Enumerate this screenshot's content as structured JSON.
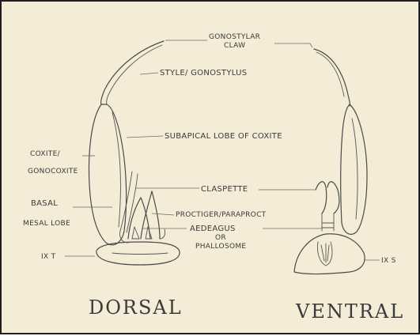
{
  "labels": {
    "gonostylar_claw_1": "GONOSTYLAR",
    "gonostylar_claw_2": "CLAW",
    "style_gonostylus": "STYLE/ GONOSTYLUS",
    "subapical_lobe": "SUBAPICAL LOBE OF COXITE",
    "coxite_1": "COXITE/",
    "coxite_2": "GONOCOXITE",
    "basal": "BASAL",
    "mesal_lobe": "MESAL LOBE",
    "claspette": "CLASPETTE",
    "proctiger": "PROCTIGER/PARAPROCT",
    "aedeagus_1": "AEDEAGUS",
    "aedeagus_2": "OR",
    "aedeagus_3": "PHALLOSOME",
    "ix_t": "IX T",
    "ix_s": "IX S"
  },
  "views": {
    "dorsal": "DORSAL",
    "ventral": "VENTRAL"
  },
  "colors": {
    "paper": "#f4ecd6",
    "ink": "#4a4a4a",
    "border": "#1f1f1f"
  }
}
